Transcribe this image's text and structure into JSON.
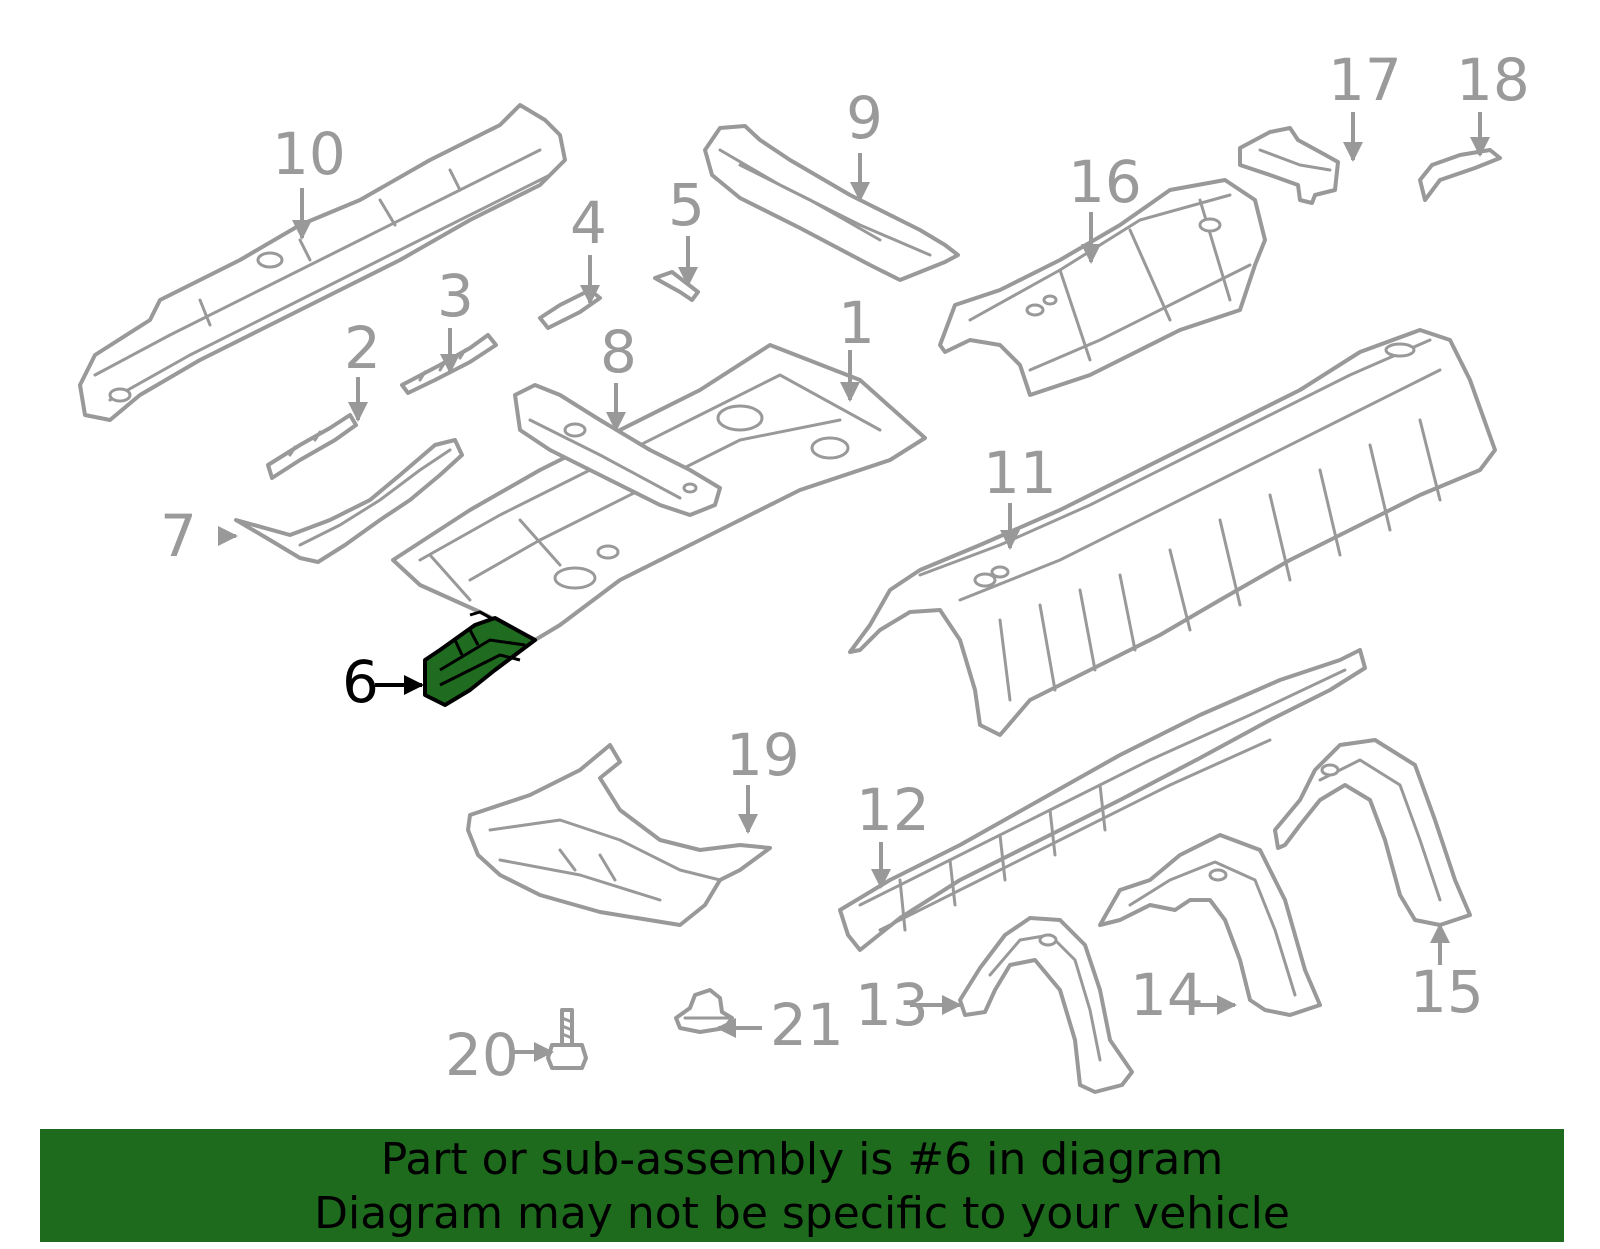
{
  "diagram": {
    "highlight_color": "#1e6b1e",
    "line_color": "#999999",
    "highlighted_part": "6",
    "callouts": [
      "1",
      "2",
      "3",
      "4",
      "5",
      "6",
      "7",
      "8",
      "9",
      "10",
      "11",
      "12",
      "13",
      "14",
      "15",
      "16",
      "17",
      "18",
      "19",
      "20",
      "21"
    ]
  },
  "banner": {
    "line1": "Part or sub-assembly is #6 in diagram",
    "line2": "Diagram may not be specific to your vehicle"
  }
}
